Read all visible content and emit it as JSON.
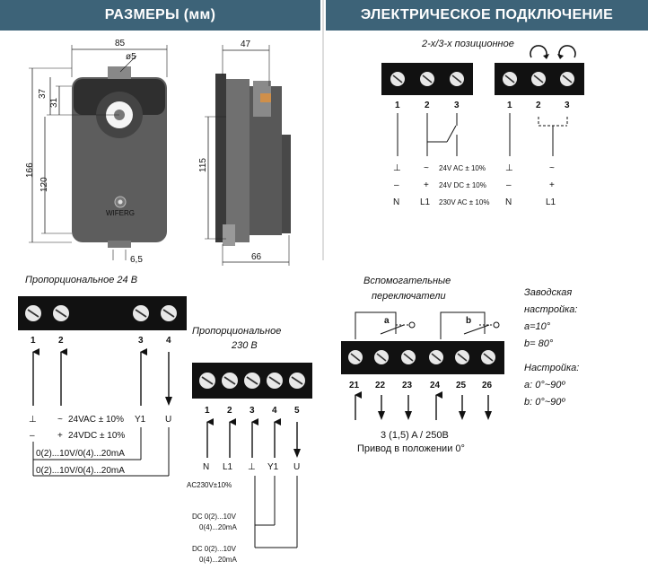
{
  "headers": {
    "dimensions": "РАЗМЕРЫ  (мм)",
    "electrical": "ЭЛЕКТРИЧЕСКОЕ ПОДКЛЮЧЕНИЕ"
  },
  "dimensions": {
    "width_85": "85",
    "diameter": "ø5",
    "side_47": "47",
    "h_37": "37",
    "h_31": "31",
    "h_166": "166",
    "h_120": "120",
    "h_115": "115",
    "w_6_5": "6,5",
    "w_66": "66",
    "logo": "WIFERG"
  },
  "pos23": {
    "title": "2-х/3-х позиционное",
    "left_terms": [
      "1",
      "2",
      "3"
    ],
    "right_terms": [
      "1",
      "2",
      "3"
    ],
    "left_col1": [
      "⊥",
      "–",
      "N"
    ],
    "left_col2": [
      "~",
      "+",
      "L1"
    ],
    "left_specs": [
      "24V AC ± 10%",
      "24V DC ± 10%",
      "230V AC ± 10%"
    ],
    "right_col1": [
      "⊥",
      "–",
      "N"
    ],
    "right_col2": [
      "~",
      "+",
      "L1"
    ]
  },
  "prop24": {
    "title": "Пропорциональное 24 В",
    "terms": [
      "1",
      "2",
      "3",
      "4"
    ],
    "col1": [
      "⊥",
      "–"
    ],
    "col2": [
      "~",
      "+"
    ],
    "specs": [
      "24VAC ± 10%",
      "24VDC ± 10%"
    ],
    "y1": "Y1",
    "u": "U",
    "signal1": "0(2)...10V/0(4)...20mA",
    "signal2": "0(2)...10V/0(4)...20mA"
  },
  "prop230": {
    "title_line1": "Пропорциональное",
    "title_line2": "230 В",
    "terms": [
      "1",
      "2",
      "3",
      "4",
      "5"
    ],
    "labels": [
      "N",
      "L1",
      "⊥",
      "Y1",
      "U"
    ],
    "supply": "AC230V±10%",
    "dc1_line1": "DC 0(2)...10V",
    "dc1_line2": "0(4)...20mA",
    "dc2_line1": "DC 0(2)...10V",
    "dc2_line2": "0(4)...20mA"
  },
  "aux": {
    "title_line1": "Вспомогательные",
    "title_line2": "переключатели",
    "terms": [
      "21",
      "22",
      "23",
      "24",
      "25",
      "26"
    ],
    "switch_a": "a",
    "switch_b": "b",
    "rating": "3 (1,5) A / 250B",
    "position": "Привод в положении 0°"
  },
  "settings": {
    "factory_line1": "Заводская",
    "factory_line2": "настройка:",
    "factory_a": "a=10°",
    "factory_b": "b= 80°",
    "adjust": "Настройка:",
    "adjust_a": "a: 0°~90º",
    "adjust_b": "b: 0°~90º"
  },
  "colors": {
    "header_bg": "#3d6378",
    "terminal_bg": "#111111"
  }
}
